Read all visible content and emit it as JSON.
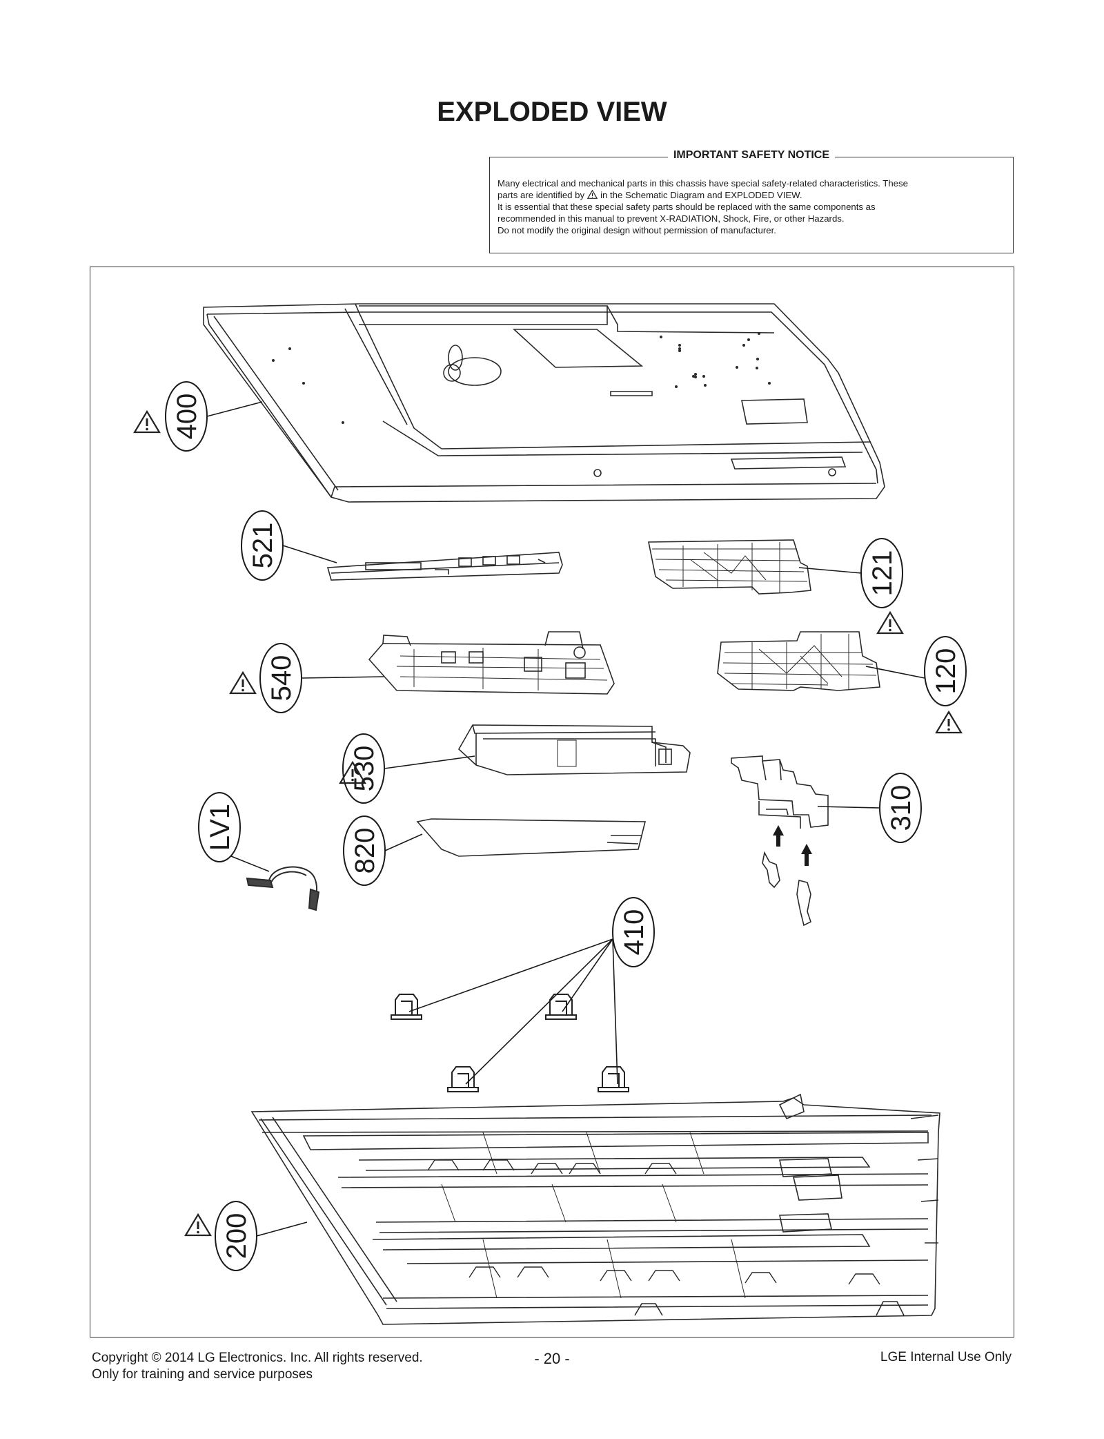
{
  "page": {
    "title": "EXPLODED VIEW"
  },
  "notice": {
    "title": "IMPORTANT SAFETY NOTICE",
    "line1": "Many electrical and mechanical parts in this chassis have special safety-related characteristics. These",
    "line2_prefix": "parts are identified by",
    "line2_suffix": "in the Schematic Diagram and EXPLODED VIEW.",
    "line3": "It is essential that these special safety parts should be replaced with the same components as",
    "line4": "recommended in this manual to prevent X-RADIATION, Shock, Fire, or other Hazards.",
    "line5": "Do not modify the original design without permission of manufacturer."
  },
  "parts": {
    "p400": "400",
    "p521": "521",
    "p121": "121",
    "p540": "540",
    "p120": "120",
    "p530": "530",
    "p310": "310",
    "pLV1": "LV1",
    "p820": "820",
    "p410": "410",
    "p200": "200"
  },
  "footer": {
    "copyright_line1": "Copyright © 2014 LG Electronics. Inc. All rights reserved.",
    "copyright_line2": "Only for training and service purposes",
    "page_number": "- 20 -",
    "internal": "LGE Internal Use Only"
  }
}
